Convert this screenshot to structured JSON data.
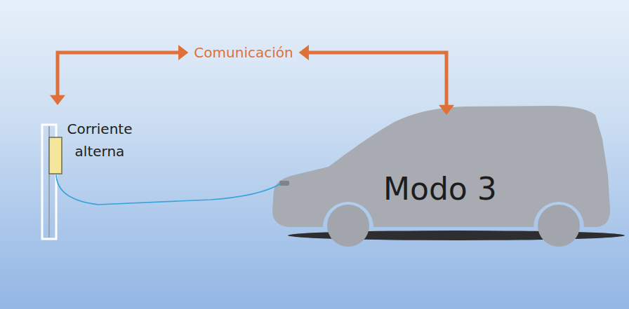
{
  "diagram": {
    "nodes": [
      {
        "text": [
          "Corriente alterna"
        ]
      },
      {
        "text": [
          "Modo 3"
        ]
      }
    ],
    "edges": [
      {
        "from": 0,
        "to": 1,
        "label": "Comunicación",
        "arrow": "both"
      }
    ]
  }
}
